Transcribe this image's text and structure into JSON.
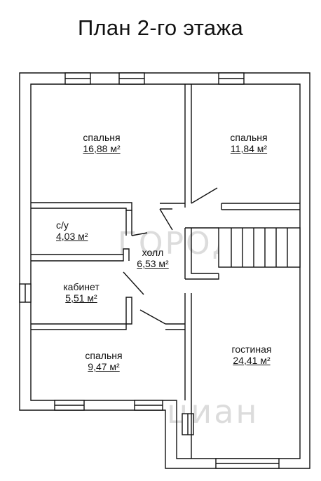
{
  "title": "План 2-го этажа",
  "rooms": [
    {
      "name": "спальня",
      "area": "16,88 м²"
    },
    {
      "name": "спальня",
      "area": "11,84 м²"
    },
    {
      "name": "с/у",
      "area": "4,03 м²"
    },
    {
      "name": "холл",
      "area": "6,53 м²"
    },
    {
      "name": "кабинет",
      "area": "5,51 м²"
    },
    {
      "name": "спальня",
      "area": "9,47 м²"
    },
    {
      "name": "гостиная",
      "area": "24,41 м²"
    }
  ],
  "watermarks": {
    "top": "ГОРОДА",
    "bottom": "циан"
  }
}
